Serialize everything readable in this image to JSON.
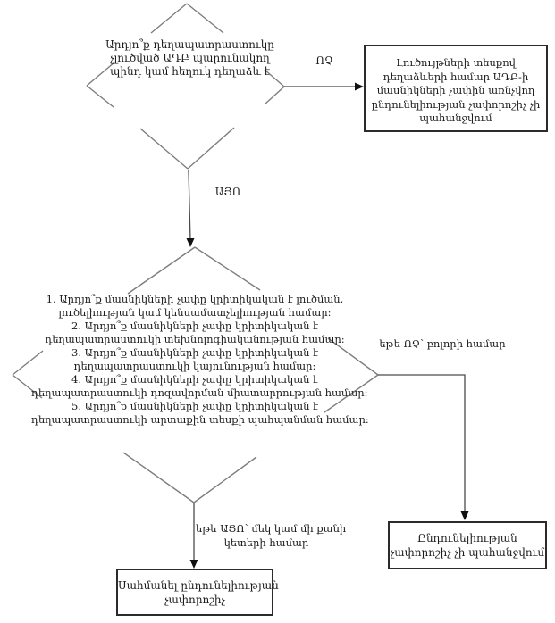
{
  "page": {
    "background": "#ffffff",
    "language": "hy"
  },
  "colors": {
    "diamond_edge": "#7d7d7d",
    "arrow_line": "#4a4a4a",
    "arrowhead": "#111111",
    "box_border": "#2b2b2b",
    "text": "#1c1c1c"
  },
  "decision1": {
    "lines": [
      "Արդյո՞ք դեղապատրաստուկը",
      "չլուծված ԱԴԲ պարունակող",
      "պինդ կամ հեղուկ դեղաձև է"
    ]
  },
  "labels": {
    "no": "ՈՉ",
    "yes": "ԱՅՈ",
    "if_no": "եթե ՈՉ՝ բոլորի համար",
    "if_yes_line1": "եթե ԱՅՈ՝ մեկ կամ մի քանի",
    "if_yes_line2": "կետերի համար"
  },
  "no_outcome_box": {
    "lines": [
      "Լուծույթների տեսքով",
      "դեղաձևերի համար ԱԴԲ-ի",
      "մասնիկների չափին առնչվող",
      "ընդունելիության չափորոշիչ չի",
      "պահանջվում"
    ]
  },
  "decision2": {
    "lines": [
      "1. Արդյո՞ք մասնիկների չափը կրիտիկական է լուծման,",
      "լուծելիության կամ կենսամատչելիության համար:",
      "2. Արդյո՞ք մասնիկների չափը կրիտիկական է",
      "դեղապատրաստուկի տեխնոլոգիականության համար:",
      "3. Արդյո՞ք մասնիկների չափը կրիտիկական է",
      "դեղապատրաստուկի կայունության համար:",
      "4. Արդյո՞ք մասնիկների չափը կրիտիկական է",
      "դեղապատրաստուկի դոզավորման միատարրության համար:",
      "5. Արդյո՞ք մասնիկների չափը կրիտիկական է",
      "դեղապատրաստուկի արտաքին տեսքի պահպանման համար:"
    ]
  },
  "if_no_outcome_box": {
    "lines": [
      "Ընդունելիության",
      "չափորոշիչ չի պահանջվում"
    ]
  },
  "if_yes_outcome_box": {
    "lines": [
      "Սահմանել ընդունելիության",
      "չափորոշիչ"
    ]
  }
}
